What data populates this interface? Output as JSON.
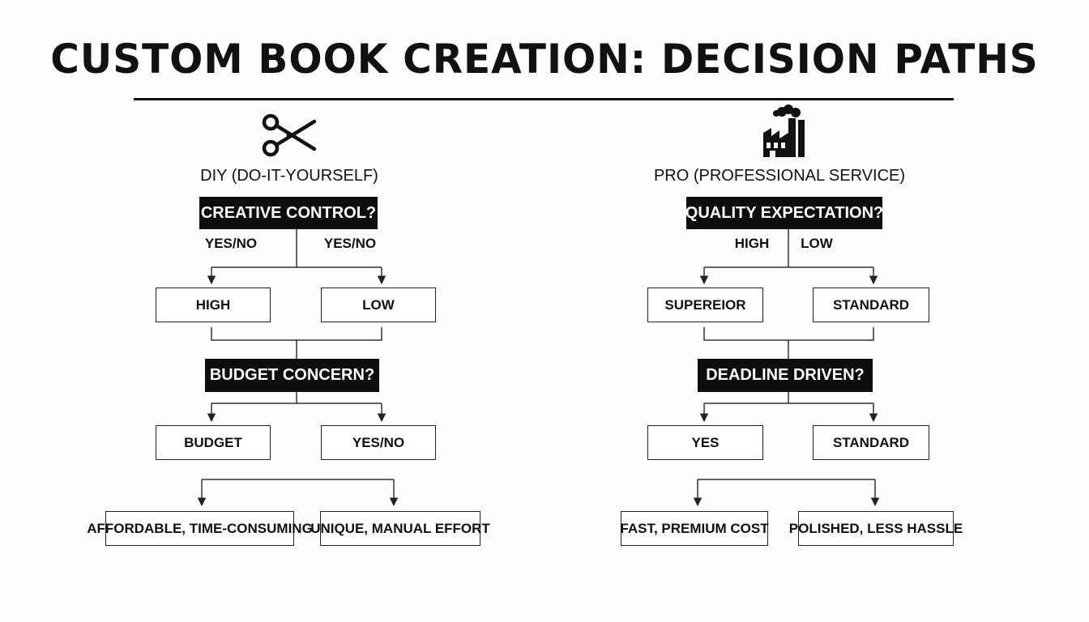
{
  "title": "CUSTOM BOOK CREATION: DECISION PATHS",
  "diy": {
    "icon": "scissors-icon",
    "label": "DIY (DO-IT-YOURSELF)",
    "q1": "CREATIVE CONTROL?",
    "q1_branch_left": "YES/NO",
    "q1_branch_right": "YES/NO",
    "q1_opt_left": "HIGH",
    "q1_opt_right": "LOW",
    "q2": "BUDGET CONCERN?",
    "q2_opt_left": "BUDGET",
    "q2_opt_right": "YES/NO",
    "outcome_left": "AFFORDABLE, TIME-CONSUMING",
    "outcome_right": "UNIQUE, MANUAL EFFORT"
  },
  "pro": {
    "icon": "factory-icon",
    "label": "PRO (PROFESSIONAL SERVICE)",
    "q1": "QUALITY EXPECTATION?",
    "q1_branch_left": "HIGH",
    "q1_branch_right": "LOW",
    "q1_opt_left": "SUPEREIOR",
    "q1_opt_right": "STANDARD",
    "q2": "DEADLINE DRIVEN?",
    "q2_opt_left": "YES",
    "q2_opt_right": "STANDARD",
    "outcome_left": "FAST, PREMIUM COST",
    "outcome_right": "POLISHED, LESS HASSLE"
  }
}
